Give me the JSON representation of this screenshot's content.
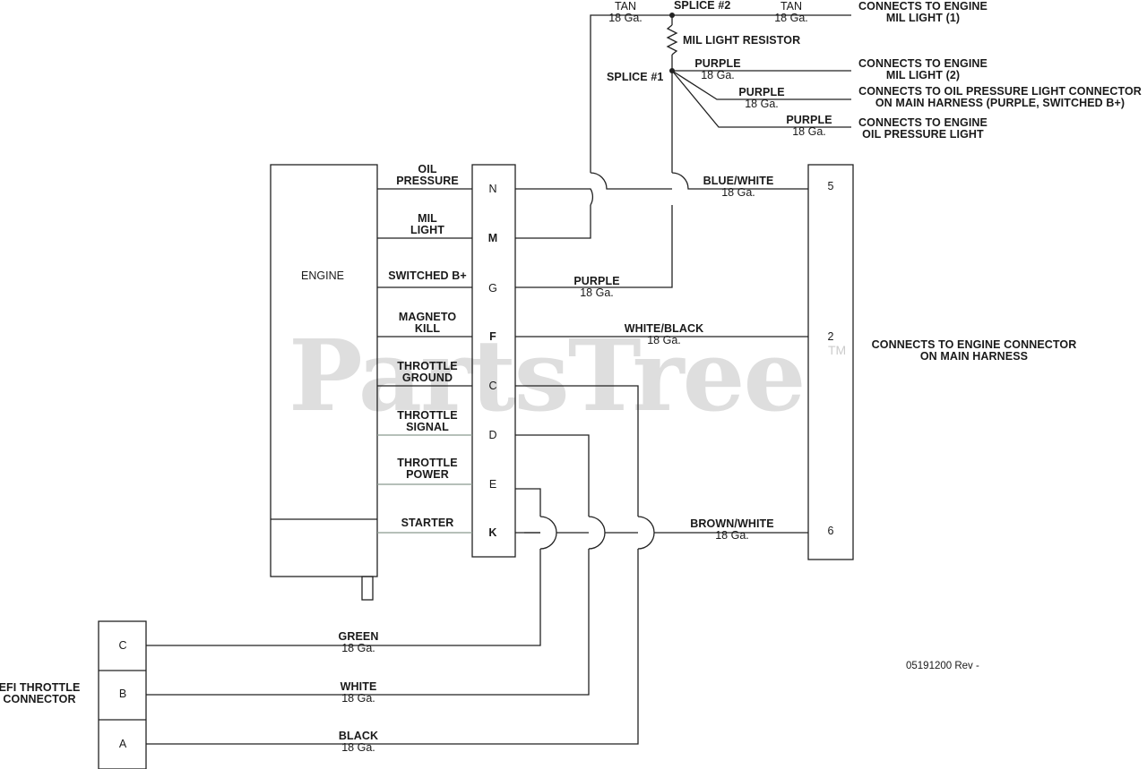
{
  "watermark": {
    "text": "PartsTree",
    "tm": "TM"
  },
  "engine": {
    "label": "ENGINE"
  },
  "engine_pins": [
    [
      "OIL",
      "PRESSURE"
    ],
    [
      "MIL",
      "LIGHT"
    ],
    [
      "SWITCHED B+"
    ],
    [
      "MAGNETO",
      "KILL"
    ],
    [
      "THROTTLE",
      "GROUND"
    ],
    [
      "THROTTLE",
      "SIGNAL"
    ],
    [
      "THROTTLE",
      "POWER"
    ],
    [
      "STARTER"
    ]
  ],
  "connector_pins": [
    "N",
    "M",
    "G",
    "F",
    "C",
    "D",
    "E",
    "K"
  ],
  "main_harness": {
    "pins": [
      "5",
      "2",
      "6"
    ],
    "label": [
      "CONNECTS TO ENGINE CONNECTOR",
      "ON MAIN HARNESS"
    ]
  },
  "wires": {
    "blue_white": {
      "color": "BLUE/WHITE",
      "gauge": "18 Ga."
    },
    "purple_g": {
      "color": "PURPLE",
      "gauge": "18 Ga."
    },
    "white_black": {
      "color": "WHITE/BLACK",
      "gauge": "18 Ga."
    },
    "brown_white": {
      "color": "BROWN/WHITE",
      "gauge": "18 Ga."
    },
    "tan_left": {
      "color": "TAN",
      "gauge": "18 Ga."
    },
    "tan_right": {
      "color": "TAN",
      "gauge": "18 Ga."
    },
    "purple_1": {
      "color": "PURPLE",
      "gauge": "18 Ga."
    },
    "purple_2": {
      "color": "PURPLE",
      "gauge": "18 Ga."
    },
    "purple_3": {
      "color": "PURPLE",
      "gauge": "18 Ga."
    },
    "green": {
      "color": "GREEN",
      "gauge": "18 Ga."
    },
    "white": {
      "color": "WHITE",
      "gauge": "18 Ga."
    },
    "black": {
      "color": "BLACK",
      "gauge": "18 Ga."
    }
  },
  "splices": {
    "splice2": "SPLICE #2",
    "splice1": "SPLICE #1",
    "resistor": "MIL LIGHT RESISTOR"
  },
  "destinations": {
    "mil1": [
      "CONNECTS TO ENGINE",
      "MIL LIGHT (1)"
    ],
    "mil2": [
      "CONNECTS TO ENGINE",
      "MIL LIGHT (2)"
    ],
    "oil_conn": [
      "CONNECTS TO OIL PRESSURE LIGHT CONNECTOR",
      "ON MAIN HARNESS (PURPLE, SWITCHED B+)"
    ],
    "oil_light": [
      "CONNECTS TO ENGINE",
      "OIL PRESSURE LIGHT"
    ]
  },
  "efi": {
    "label": [
      "EFI THROTTLE",
      "CONNECTOR"
    ],
    "pins": [
      "C",
      "B",
      "A"
    ]
  },
  "drawing_number": "05191200 Rev -",
  "colors": {
    "line": "#1a1a1a",
    "wire": "#222222",
    "watermark": "#d4d4d4"
  }
}
